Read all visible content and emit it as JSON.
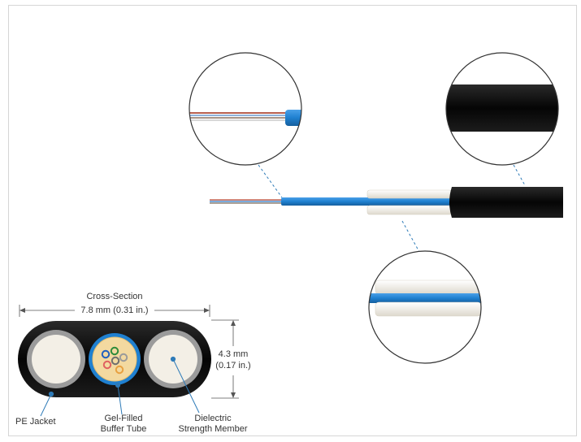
{
  "cross_section": {
    "title": "Cross-Section",
    "width_label": "7.8 mm (0.31 in.)",
    "height_label_mm": "4.3 mm",
    "height_label_in": "(0.17 in.)"
  },
  "callouts": {
    "pe_jacket": "PE Jacket",
    "buffer_tube_line1": "Gel-Filled",
    "buffer_tube_line2": "Buffer Tube",
    "strength_line1": "Dielectric",
    "strength_line2": "Strength Member"
  },
  "colors": {
    "jacket": "#0d0d0d",
    "buffer_tube": "#1f80d0",
    "strength_member": "#f3efe6",
    "leader_line": "#2e7bb8",
    "frame_border": "#d6d6d6"
  },
  "fiber_colors": [
    "#1f5fbf",
    "#2e8b3a",
    "#9a9a9a",
    "#e06060",
    "#e8a040",
    "#5a3a2a"
  ]
}
